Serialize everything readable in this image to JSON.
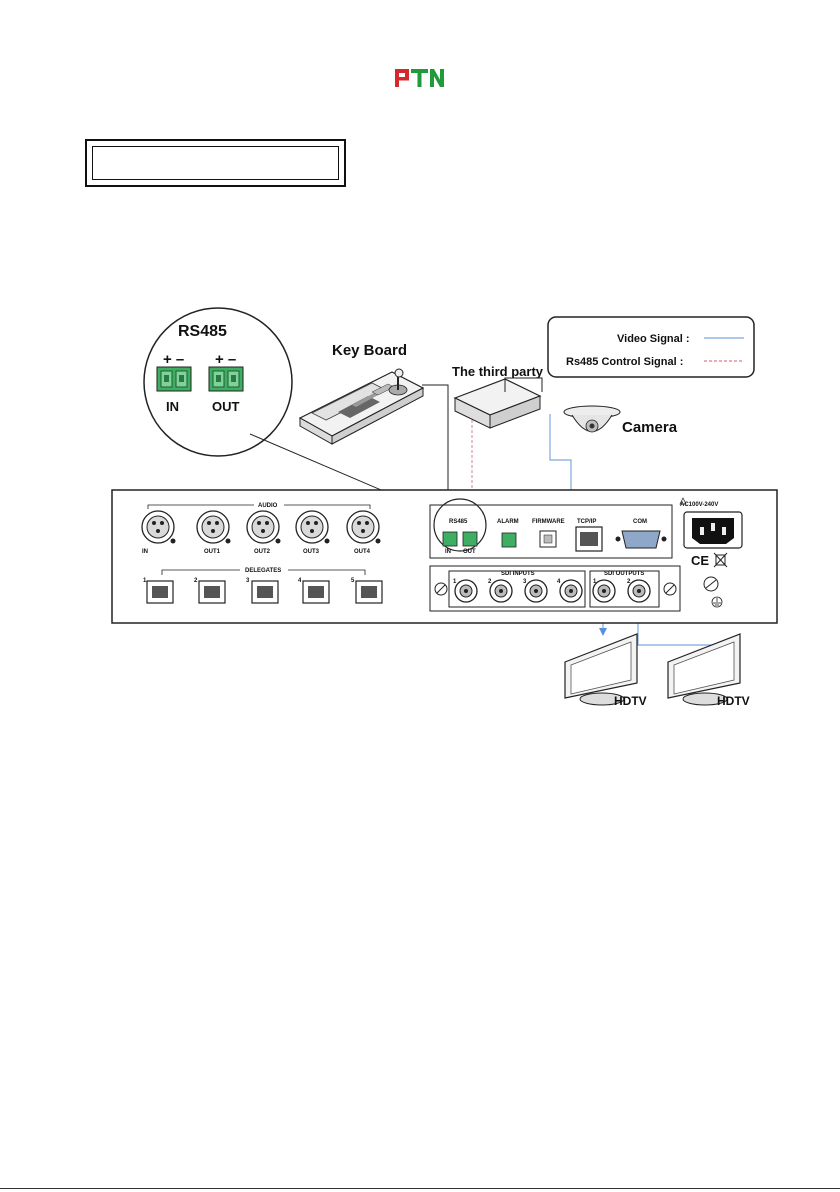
{
  "header": {
    "logo_text": "PTN",
    "logo_colors": {
      "p": "#d4282c",
      "tn": "#1f9a3c"
    }
  },
  "title_box": {
    "text": ""
  },
  "legend": {
    "video_label": "Video Signal :",
    "rs485_label": "Rs485 Control  Signal :",
    "video_color": "#7ea6e0",
    "rs485_color": "#d9808a"
  },
  "zoom": {
    "title": "RS485",
    "in_label": "IN",
    "out_label": "OUT",
    "plus_minus": "+ –"
  },
  "devices": {
    "keyboard": "Key Board",
    "third_party": "The third party",
    "camera": "Camera",
    "hdtv1": "HDTV",
    "hdtv2": "HDTV"
  },
  "panel": {
    "audio": "AUDIO",
    "audio_ports": [
      "IN",
      "OUT1",
      "OUT2",
      "OUT3",
      "OUT4"
    ],
    "delegates": "DELEGATES",
    "delegate_ports": [
      "1",
      "2",
      "3",
      "4",
      "5"
    ],
    "rs485": "RS485",
    "rs485_in": "IN",
    "rs485_out": "OUT",
    "alarm": "ALARM",
    "firmware": "FIRMWARE",
    "tcpip": "TCP/IP",
    "com": "COM",
    "power": "AC100V-240V",
    "sdi_inputs": "SDI INPUTS",
    "sdi_input_ports": [
      "1",
      "2",
      "3",
      "4"
    ],
    "sdi_outputs": "SDI OUTPUTS",
    "sdi_output_ports": [
      "1",
      "2"
    ],
    "ce": "CE"
  }
}
